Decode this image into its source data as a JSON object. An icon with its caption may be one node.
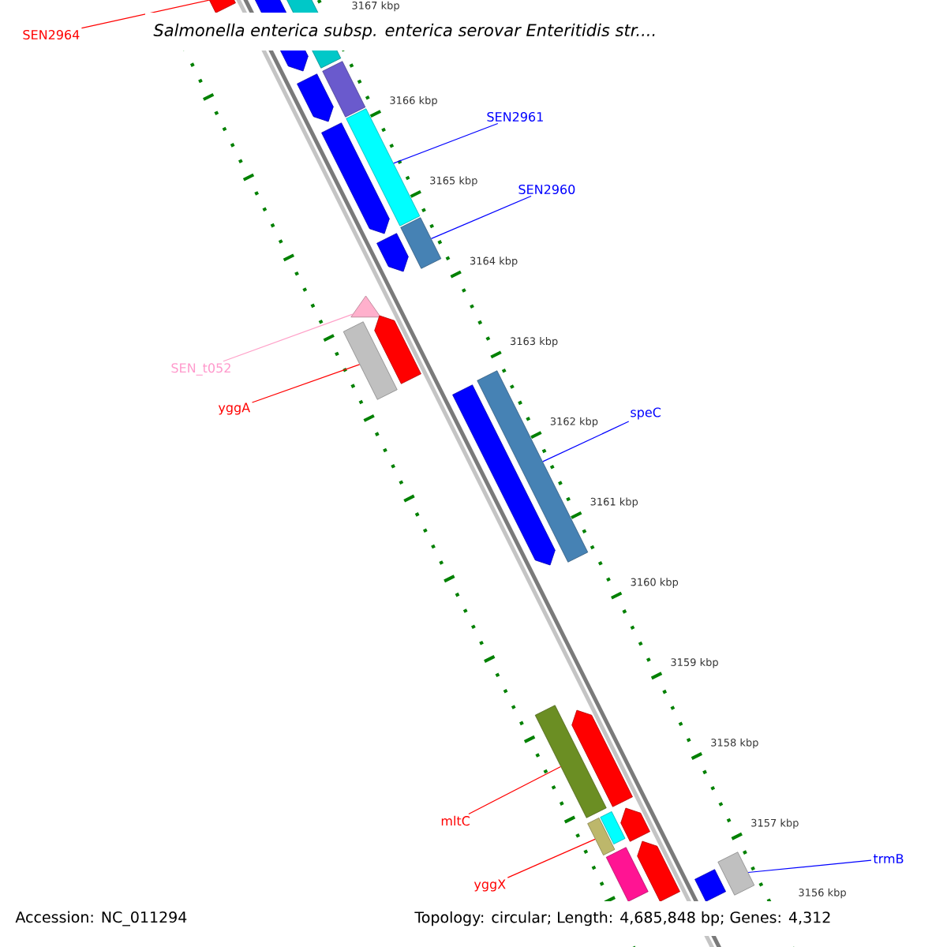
{
  "diagram": {
    "title": "Salmonella enterica subsp. enterica serovar Enteritidis str....",
    "nodes": [
      {
        "text": [
          "SEN2964"
        ]
      },
      {
        "text": [],
        "shape": "bar"
      },
      {
        "text": [
          "SEN2961"
        ]
      },
      {
        "text": [],
        "shape": "bar"
      },
      {
        "text": [
          "SEN2960"
        ]
      },
      {
        "text": [],
        "shape": "bar"
      },
      {
        "text": [
          "SEN_t052"
        ]
      },
      {
        "text": [],
        "shape": "triangle"
      },
      {
        "text": [
          "yggA"
        ]
      },
      {
        "text": [],
        "shape": "bar"
      },
      {
        "text": [
          "speC"
        ]
      },
      {
        "text": [],
        "shape": "bar"
      },
      {
        "text": [
          "mltC"
        ]
      },
      {
        "text": [],
        "shape": "bar"
      },
      {
        "text": [
          "yggX"
        ]
      },
      {
        "text": [],
        "shape": "bar"
      },
      {
        "text": [
          "trmB"
        ]
      },
      {
        "text": [],
        "shape": "bar"
      },
      {
        "text": [],
        "shape": "bar"
      },
      {
        "text": [],
        "shape": "bar"
      },
      {
        "text": [],
        "shape": "bar"
      },
      {
        "text": [],
        "shape": "bar"
      },
      {
        "text": [],
        "shape": "bar"
      },
      {
        "text": [],
        "shape": "bar"
      },
      {
        "text": [],
        "shape": "bar"
      },
      {
        "text": [],
        "shape": "bar"
      },
      {
        "text": [],
        "shape": "bar"
      },
      {
        "text": [],
        "shape": "bar"
      },
      {
        "text": [],
        "shape": "bar"
      },
      {
        "text": [],
        "shape": "bar"
      },
      {
        "text": [],
        "shape": "bar"
      },
      {
        "text": [],
        "shape": "bar"
      }
    ],
    "edges": [
      {
        "from": 0,
        "to": 1,
        "arrow": "none",
        "color": "#ff0000"
      },
      {
        "from": 2,
        "to": 3,
        "arrow": "none",
        "color": "#0000ff"
      },
      {
        "from": 4,
        "to": 5,
        "arrow": "none",
        "color": "#0000ff"
      },
      {
        "from": 6,
        "to": 7,
        "arrow": "none",
        "color": "#ffa0c8"
      },
      {
        "from": 8,
        "to": 9,
        "arrow": "none",
        "color": "#ff0000"
      },
      {
        "from": 10,
        "to": 11,
        "arrow": "none",
        "color": "#0000ff"
      },
      {
        "from": 12,
        "to": 13,
        "arrow": "none",
        "color": "#ff0000"
      },
      {
        "from": 14,
        "to": 15,
        "arrow": "none",
        "color": "#ff0000"
      },
      {
        "from": 16,
        "to": 17,
        "arrow": "none",
        "color": "#0000ff"
      }
    ],
    "labels": [
      "3167 kbp",
      "3166 kbp",
      "3165 kbp",
      "3164 kbp",
      "3163 kbp",
      "3162 kbp",
      "3161 kbp",
      "3160 kbp",
      "3159 kbp",
      "3158 kbp",
      "3157 kbp",
      "3156 kbp",
      "Accession: NC_011294",
      "Topology: circular; Length: 4,685,848 bp; Genes: 4,312"
    ]
  }
}
